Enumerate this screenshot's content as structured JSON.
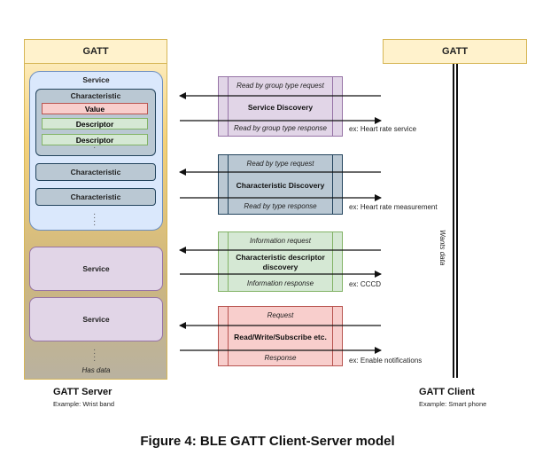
{
  "server": {
    "header": "GATT",
    "service_label": "Service",
    "characteristic_label": "Characteristic",
    "value_label": "Value",
    "descriptor_label": "Descriptor",
    "has_data": "Has data",
    "caption_title": "GATT Server",
    "caption_sub": "Example: Wrist band"
  },
  "client": {
    "header": "GATT",
    "wants_data": "Wants data",
    "caption_title": "GATT Client",
    "caption_sub": "Example: Smart phone"
  },
  "procedures": [
    {
      "request": "Read by group type request",
      "name": "Service Discovery",
      "response": "Read by group type response",
      "example": "ex: Heart rate service",
      "fill": "#e1d5e7",
      "stroke": "#9673a6"
    },
    {
      "request": "Read by type request",
      "name": "Characteristic Discovery",
      "response": "Read by type response",
      "example": "ex: Heart rate measurement",
      "fill": "#bac8d3",
      "stroke": "#23445d"
    },
    {
      "request": "Information request",
      "name": "Characteristic descriptor discovery",
      "response": "Information response",
      "example": "ex: CCCD",
      "fill": "#d5e8d4",
      "stroke": "#82b366"
    },
    {
      "request": "Request",
      "name": "Read/Write/Subscribe etc.",
      "response": "Response",
      "example": "ex: Enable notifications",
      "fill": "#f8cecc",
      "stroke": "#b85450"
    }
  ],
  "figure_caption": "Figure 4: BLE GATT Client-Server model"
}
